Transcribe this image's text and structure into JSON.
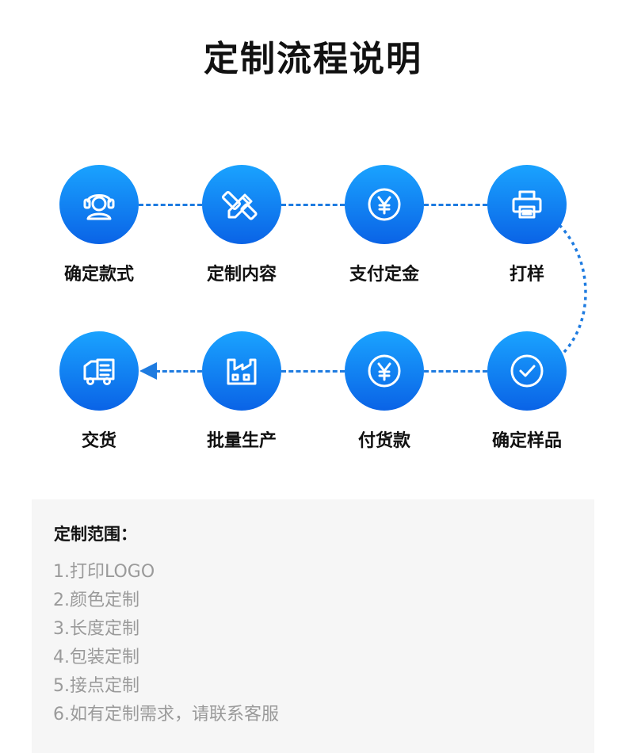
{
  "header": {
    "title": "定制流程说明"
  },
  "steps": [
    {
      "label": "确定款式",
      "icon": "customer-service-icon"
    },
    {
      "label": "定制内容",
      "icon": "pencil-ruler-icon"
    },
    {
      "label": "支付定金",
      "icon": "yuan-coin-icon"
    },
    {
      "label": "打样",
      "icon": "printer-icon"
    },
    {
      "label": "确定样品",
      "icon": "check-circle-icon"
    },
    {
      "label": "付货款",
      "icon": "yuan-coin-icon"
    },
    {
      "label": "批量生产",
      "icon": "factory-icon"
    },
    {
      "label": "交货",
      "icon": "delivery-truck-icon"
    }
  ],
  "scope": {
    "title": "定制范围：",
    "items": [
      "1.打印LOGO",
      "2.颜色定制",
      "3.长度定制",
      "4.包装定制",
      "5.接点定制",
      "6.如有定制需求，请联系客服"
    ]
  },
  "colors": {
    "accent": "#1e7be0",
    "gradient_top": "#1aa3ff",
    "gradient_bottom": "#0a63e6",
    "panel_bg": "#f6f6f6"
  }
}
